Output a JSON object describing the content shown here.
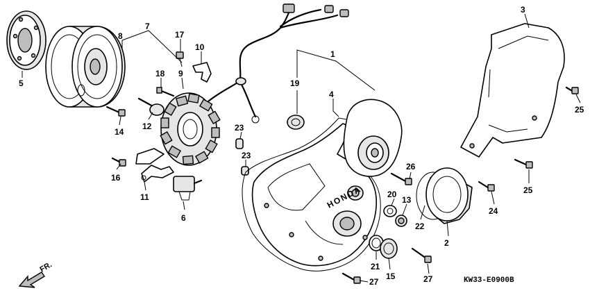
{
  "diagram_code": "KW33-E0900B",
  "direction_label": "FR.",
  "brand_text": "HONDA",
  "callouts": {
    "c1": "1",
    "c2": "2",
    "c3": "3",
    "c4": "4",
    "c5": "5",
    "c6": "6",
    "c7": "7",
    "c8": "8",
    "c9": "9",
    "c10": "10",
    "c11": "11",
    "c12": "12",
    "c13": "13",
    "c14": "14",
    "c15": "15",
    "c16": "16",
    "c17": "17",
    "c18": "18",
    "c19": "19",
    "c20": "20",
    "c21": "21",
    "c22": "22",
    "c23a": "23",
    "c23b": "23",
    "c24": "24",
    "c25a": "25",
    "c25b": "25",
    "c26": "26",
    "c27a": "27",
    "c27b": "27"
  }
}
